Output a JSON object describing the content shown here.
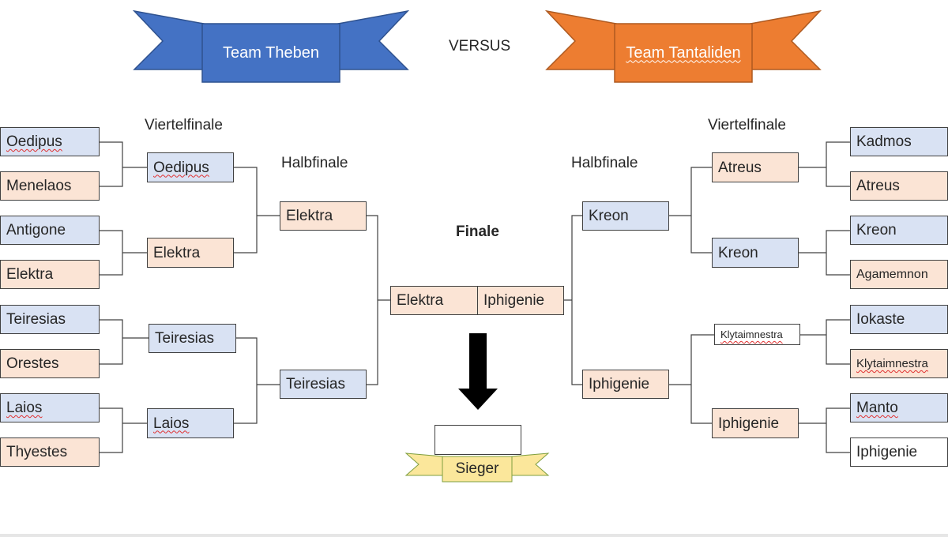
{
  "banners": {
    "left_team": "Team Theben",
    "right_team": "Team Tantaliden",
    "versus": "VERSUS",
    "left_color": "#4472c4",
    "right_color": "#ed7d31"
  },
  "round_labels": {
    "viertelfinale_left": "Viertelfinale",
    "viertelfinale_right": "Viertelfinale",
    "halbfinale_left": "Halbfinale",
    "halbfinale_right": "Halbfinale",
    "finale": "Finale"
  },
  "left": {
    "round1": [
      "Oedipus",
      "Menelaos",
      "Antigone",
      "Elektra",
      "Teiresias",
      "Orestes",
      "Laios",
      "Thyestes"
    ],
    "quarterfinal": [
      "Oedipus",
      "Elektra",
      "Teiresias",
      "Laios"
    ],
    "semifinal": [
      "Elektra",
      "Teiresias"
    ]
  },
  "right": {
    "round1": [
      "Kadmos",
      "Atreus",
      "Kreon",
      "Agamemnon",
      "Iokaste",
      "Klytaimnestra",
      "Manto",
      "Iphigenie"
    ],
    "quarterfinal": [
      "Atreus",
      "Kreon",
      "Klytaimnestra",
      "Iphigenie"
    ],
    "semifinal": [
      "Kreon",
      "Iphigenie"
    ]
  },
  "final": {
    "left": "Elektra",
    "right": "Iphigenie"
  },
  "winner": {
    "value": "",
    "label": "Sieger",
    "arrow": "down-arrow-icon"
  },
  "colors": {
    "team_theben_box": "#d9e2f3",
    "team_tantaliden_box": "#fbe4d5",
    "sieger_ribbon": "#fbe79b"
  }
}
